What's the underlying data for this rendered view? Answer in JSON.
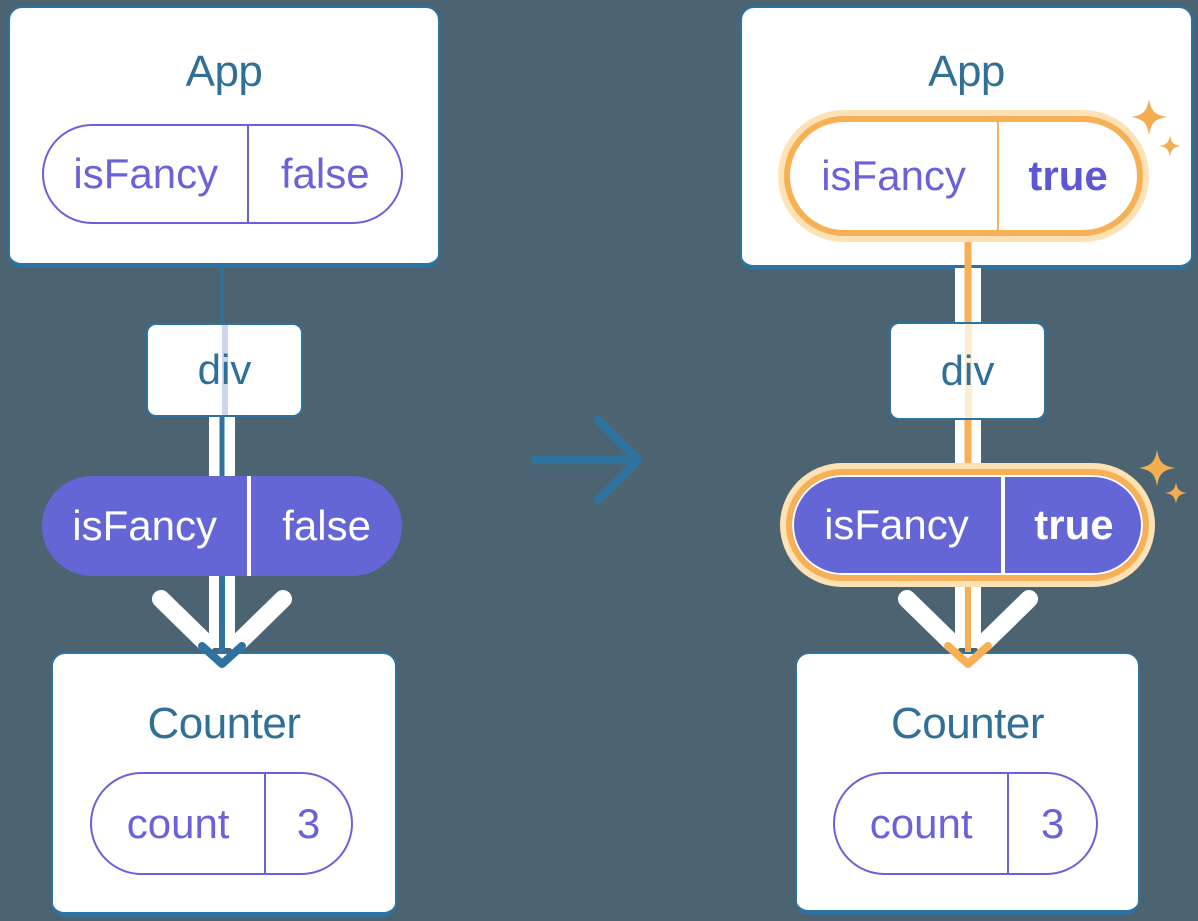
{
  "colors": {
    "background": "#4c6471",
    "card_border": "#2e729f",
    "title_text": "#306f96",
    "purple_border": "#6b62d9",
    "purple_fill": "#6366d4",
    "purple_bold_text": "#5c57d2",
    "highlight_orange": "#f7b055",
    "highlight_orange_light": "#fde2b6",
    "div_stripe_left": "#ccd6ee",
    "div_stripe_right": "#fcecd2",
    "sparkle": "#f3ae52",
    "connector_white": "#ffffff"
  },
  "left": {
    "app_title": "App",
    "app_pill": {
      "name": "isFancy",
      "value": "false"
    },
    "div_label": "div",
    "state_pill": {
      "name": "isFancy",
      "value": "false"
    },
    "counter_title": "Counter",
    "counter_pill": {
      "name": "count",
      "value": "3"
    }
  },
  "right": {
    "app_title": "App",
    "app_pill": {
      "name": "isFancy",
      "value": "true"
    },
    "div_label": "div",
    "state_pill": {
      "name": "isFancy",
      "value": "true"
    },
    "counter_title": "Counter",
    "counter_pill": {
      "name": "count",
      "value": "3"
    }
  }
}
